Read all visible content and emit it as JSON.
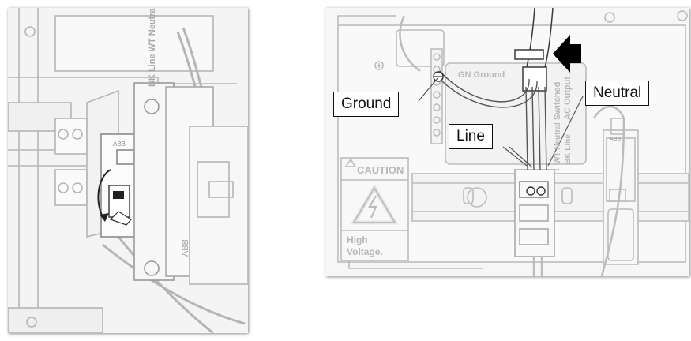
{
  "left_figure": {
    "breaker_brand": "ABB",
    "side_text": "BK Line WT Neutral GN Line",
    "vertical_brand": "ABB"
  },
  "right_figure": {
    "callouts": {
      "ground": "Ground",
      "line": "Line",
      "neutral": "Neutral"
    },
    "terminal_label": "GN  Ground",
    "output_label_1": "Switched",
    "output_label_2": "AC Output",
    "wire_label_1": "WT  Neutral",
    "wire_label_2": "BK  Line",
    "caution_title": "CAUTION",
    "caution_text_1": "High",
    "caution_text_2": "Voltage.",
    "breaker_brand": "ABB",
    "arrow_color": "#000000",
    "line_color": "#b9b9b9"
  }
}
